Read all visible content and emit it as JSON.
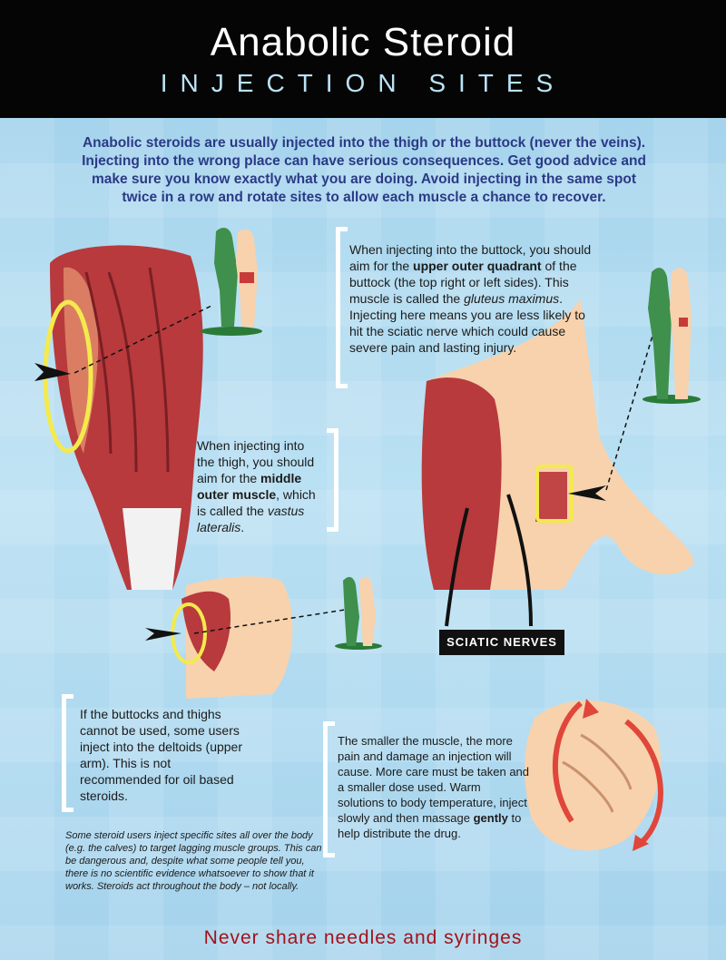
{
  "header": {
    "title": "Anabolic Steroid",
    "subtitle": "INJECTION SITES"
  },
  "intro": "Anabolic steroids are usually injected into the thigh or the buttock (never the veins). Injecting into the wrong place can have serious consequences. Get good advice and make sure you know exactly what you are doing. Avoid injecting in the same spot twice in a row and rotate sites to allow each muscle a chance to recover.",
  "buttock_text": {
    "p1": "When injecting into the buttock, you should aim for the ",
    "b1": "upper outer quadrant",
    "p2": " of the buttock (the top right or left sides). This muscle is called the ",
    "i1": "gluteus maximus",
    "p3": ". Injecting here means you are less likely to hit the sciatic nerve which could cause severe pain and lasting injury."
  },
  "thigh_text": {
    "p1": "When injecting into the thigh, you should aim for the ",
    "b1": "middle outer muscle",
    "p2": ", which is called the ",
    "i1": "vastus lateralis",
    "p3": "."
  },
  "sciatic_label": "SCIATIC NERVES",
  "deltoid_text": "If the buttocks and thighs cannot be used, some users inject into the deltoids (upper arm). This is not recommended for oil based steroids.",
  "small_muscle_text": {
    "p1": "The smaller the muscle, the more pain and damage an injection will cause. More care must be taken and a smaller dose used. Warm solutions to body temperature, inject slowly and then massage ",
    "b1": "gently",
    "p2": " to help distribute the drug."
  },
  "note": "Some steroid users inject specific sites all over the body (e.g. the calves) to target lagging muscle groups. This can be dangerous and, despite what some people tell you, there is no scientific evidence whatsoever to show that it works. Steroids act throughout the body – not locally.",
  "footer": "Never share needles and syringes",
  "colors": {
    "header_bg": "#050505",
    "subtitle": "#b9e3f6",
    "intro": "#2b3a86",
    "highlight": "#f3ea4d",
    "muscle": "#b23a3a",
    "skin": "#f7d2ad",
    "figure_green": "#3f8f4d",
    "arrow_red": "#e0463a",
    "footer": "#a2121a"
  }
}
